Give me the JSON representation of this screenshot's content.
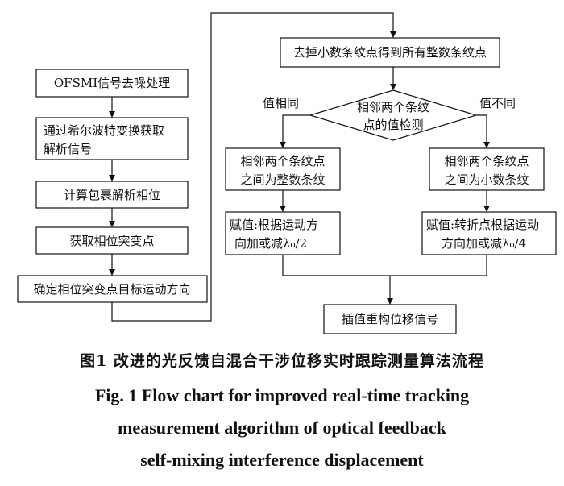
{
  "flowchart": {
    "left_column": {
      "denoise": "OFSMI信号去噪处理",
      "hilbert_line1": "通过希尔波特变换获取",
      "hilbert_line2": "解析信号",
      "unwrap": "计算包裹解析相位",
      "jump_points": "获取相位突变点",
      "direction": "确定相位突变点目标运动方向"
    },
    "right_column": {
      "remove_small": "去掉小数条纹点得到所有整数条纹点",
      "decision_line1": "相邻两个条纹",
      "decision_line2": "点的值检测",
      "same_label": "值相同",
      "diff_label": "值不同",
      "same_result_line1": "相邻两个条纹点",
      "same_result_line2": "之间为整数条纹",
      "diff_result_line1": "相邻两个条纹点",
      "diff_result_line2": "之间为小数条纹",
      "assign_same_line1": "赋值:根据运动方",
      "assign_same_line2": "向加或减λ₀/2",
      "assign_diff_line1": "赋值:转折点根据运动",
      "assign_diff_line2": "方向加或减λ₀/4",
      "interpolate": "插值重构位移信号"
    }
  },
  "caption": {
    "cn": "图1  改进的光反馈自混合干涉位移实时跟踪测量算法流程",
    "en_line1": "Fig. 1  Flow chart for improved real-time tracking",
    "en_line2": "measurement algorithm of optical feedback",
    "en_line3": "self-mixing interference displacement"
  }
}
